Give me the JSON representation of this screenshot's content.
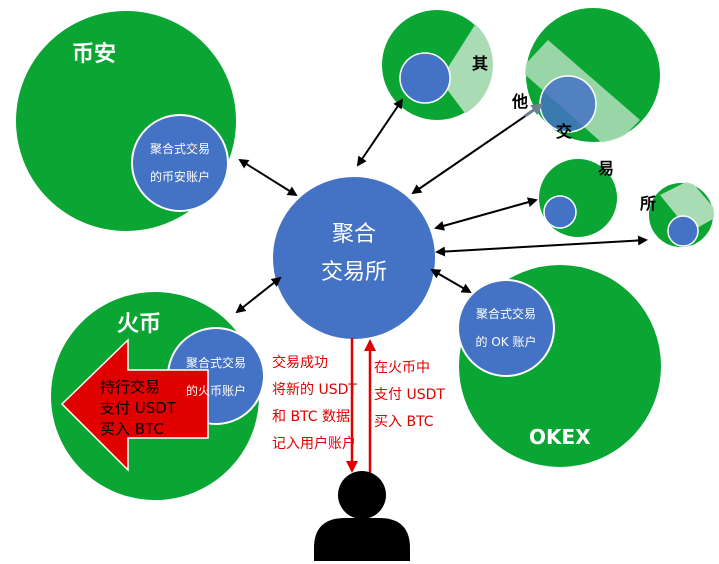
{
  "exchanges": {
    "binance": {
      "name": "币安",
      "account": [
        "聚合式交易",
        "的币安账户"
      ]
    },
    "huobi": {
      "name": "火币",
      "account": [
        "聚合式交易",
        "的火币账户"
      ]
    },
    "okex": {
      "name": "OKEX",
      "account": [
        "聚合式交易",
        "的 OK 账户"
      ]
    },
    "others_label": [
      "其",
      "他",
      "交",
      "易",
      "所"
    ]
  },
  "center": {
    "line1": "聚合",
    "line2": "交易所"
  },
  "huobi_arrow": {
    "lines": [
      "持行交易",
      "支付 USDT",
      "买入 BTC"
    ]
  },
  "success_note": {
    "lines": [
      "交易成功",
      "将新的 USDT",
      "和 BTC 数据",
      "记入用户账户"
    ]
  },
  "order_note": {
    "lines": [
      "在火币中",
      "支付 USDT",
      "买入 BTC"
    ]
  },
  "colors": {
    "green": "#0aa532",
    "blue": "#4472c4",
    "red": "#e00000",
    "highlight": "#a9dcb4"
  },
  "icons": {
    "user": "user-silhouette-icon"
  }
}
